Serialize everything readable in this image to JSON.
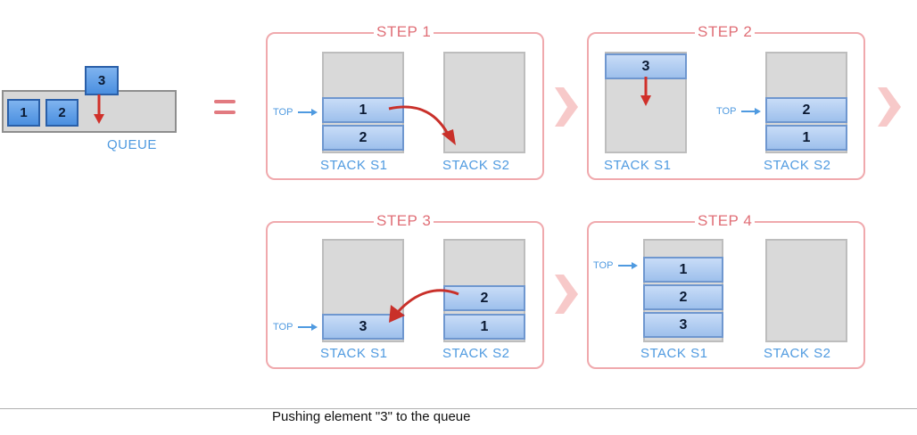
{
  "queue": {
    "label": "QUEUE",
    "items": [
      "1",
      "2"
    ],
    "incoming": "3"
  },
  "equals": "=",
  "steps": [
    {
      "title": "STEP 1",
      "top_label": "TOP",
      "s1_label": "STACK S1",
      "s2_label": "STACK S2",
      "s1_items": [
        "1",
        "2"
      ],
      "s2_items": []
    },
    {
      "title": "STEP 2",
      "top_label": "TOP",
      "s1_label": "STACK S1",
      "s2_label": "STACK S2",
      "s1_items": [
        "3"
      ],
      "s2_items": [
        "2",
        "1"
      ]
    },
    {
      "title": "STEP 3",
      "top_label": "TOP",
      "s1_label": "STACK S1",
      "s2_label": "STACK S2",
      "s1_items": [
        "3"
      ],
      "s2_items": [
        "2",
        "1"
      ]
    },
    {
      "title": "STEP 4",
      "top_label": "TOP",
      "s1_label": "STACK S1",
      "s2_label": "STACK S2",
      "s1_items": [
        "1",
        "2",
        "3"
      ],
      "s2_items": []
    }
  ],
  "caption": "Pushing element \"3\" to the queue",
  "colors": {
    "panel_border": "#f0a9ad",
    "step_title": "#e06f77",
    "label_blue": "#4f9ae0",
    "arrow_red": "#d0302a",
    "cell_fill": "#a9c8f0"
  }
}
